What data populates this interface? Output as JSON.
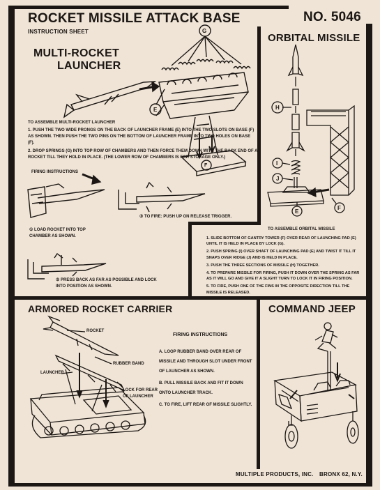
{
  "header": {
    "title": "ROCKET MISSILE ATTACK BASE",
    "subtitle": "INSTRUCTION SHEET",
    "number": "NO. 5046"
  },
  "multi_rocket": {
    "title_line1": "MULTI-ROCKET",
    "title_line2": "LAUNCHER",
    "labels": {
      "g": "G",
      "e": "E",
      "f": "F"
    },
    "assemble_heading": "TO ASSEMBLE MULTI-ROCKET LAUNCHER",
    "steps": [
      "1. PUSH THE TWO WIDE PRONGS ON THE BACK OF LAUNCHER FRAME (E) INTO THE TWO SLOTS ON BASE (F) AS SHOWN. THEN PUSH THE TWO PINS ON THE BOTTOM OF LAUNCHER FRAME INTO TWO HOLES ON BASE (F).",
      "2. DROP SPRINGS (G) INTO TOP ROW OF CHAMBERS AND THEN FORCE THEM DOWN WITH THE BACK END OF A ROCKET TILL THEY HOLD IN PLACE. (THE LOWER ROW OF CHAMBERS IS FOR STORAGE ONLY.)"
    ],
    "firing_heading": "FIRING INSTRUCTIONS",
    "fig1": "① LOAD ROCKET INTO TOP CHAMBER AS SHOWN.",
    "fig2": "② PRESS BACK AS FAR AS POSSIBLE AND LOCK INTO POSITION AS SHOWN.",
    "fig3": "③ TO FIRE: PUSH UP ON RELEASE TRIGGER."
  },
  "orbital": {
    "title": "ORBITAL MISSILE",
    "labels": {
      "h": "H",
      "i": "I",
      "j": "J",
      "e": "E",
      "f": "F"
    },
    "assemble_heading": "TO ASSEMBLE ORBITAL MISSILE",
    "steps": [
      "1. SLIDE BOTTOM OF GANTRY TOWER (F) OVER REAR OF LAUNCHING PAD (E) UNTIL IT IS HELD IN PLACE BY LOCK (G).",
      "2. PUSH SPRING (I) OVER SHAFT OF LAUNCHING PAD (E) AND TWIST IT TILL IT SNAPS OVER RIDGE (J) AND IS HELD IN PLACE.",
      "3. PUSH THE THREE SECTIONS OF MISSILE (H) TOGETHER.",
      "4. TO PREPARE MISSILE FOR FIRING, PUSH IT DOWN OVER THE SPRING AS FAR AS IT WILL GO AND GIVE IT A SLIGHT TURN TO LOCK IT IN FIRING POSITION.",
      "5. TO FIRE, PUSH ONE OF THE FINS IN THE OPPOSITE DIRECTION TILL THE MISSILE IS RELEASED."
    ]
  },
  "carrier": {
    "title": "ARMORED ROCKET CARRIER",
    "labels": {
      "rocket": "ROCKET",
      "rubber_band": "RUBBER BAND",
      "launcher": "LAUNCHER",
      "lock": "LOCK FOR REAR OF LAUNCHER"
    },
    "firing_heading": "FIRING INSTRUCTIONS",
    "steps": [
      "A. LOOP RUBBER BAND OVER REAR OF MISSILE AND THROUGH SLOT UNDER FRONT OF LAUNCHER AS SHOWN.",
      "B. PULL MISSILE BACK AND FIT IT DOWN ONTO LAUNCHER TRACK.",
      "C. TO FIRE, LIFT REAR OF MISSILE SLIGHTLY."
    ]
  },
  "jeep": {
    "title": "COMMAND JEEP"
  },
  "footer": {
    "company": "MULTIPLE PRODUCTS, INC.",
    "city": "BRONX 62, N.Y."
  }
}
